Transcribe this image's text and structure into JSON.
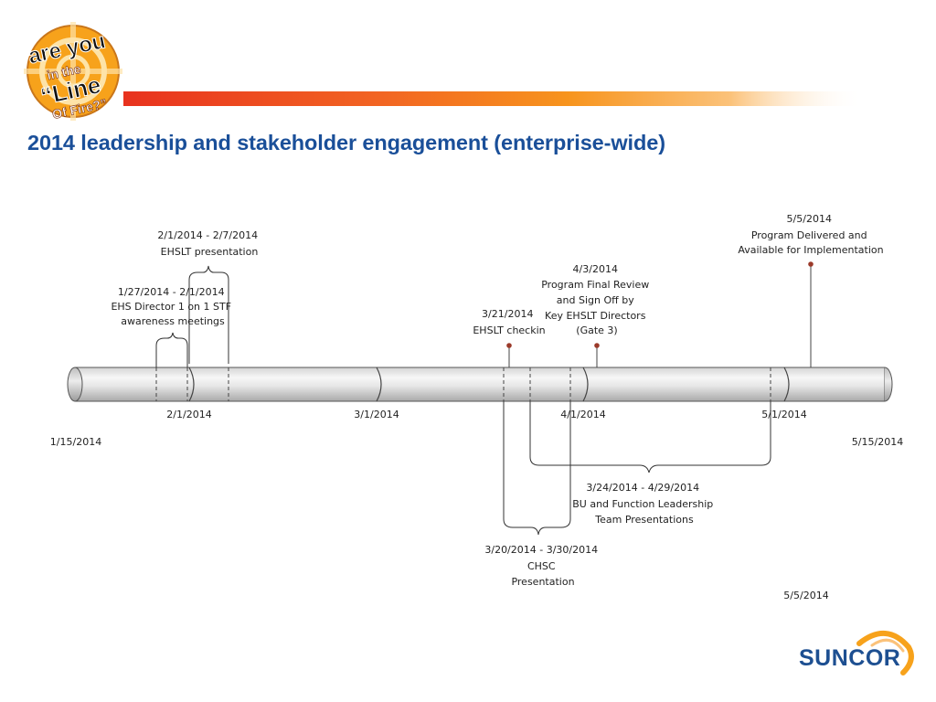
{
  "title": "2014 leadership and stakeholder engagement (enterprise-wide)",
  "logo_left": {
    "lines": [
      "are you",
      "in the",
      "“Line",
      "Of Fire?”"
    ]
  },
  "logo_right": {
    "text": "SUNCOR"
  },
  "colors": {
    "title": "#1a4f99",
    "bar_orange": "#f7941d",
    "bar_red": "#e8321e",
    "milestone": "#9b3a2a",
    "logo_blue": "#1d4f91"
  },
  "timeline": {
    "range_start": "1/15/2014",
    "range_end": "5/15/2014",
    "axis_dates": [
      "2/1/2014",
      "3/1/2014",
      "4/1/2014",
      "5/1/2014"
    ],
    "bottom_date": "5/5/2014",
    "ranges": [
      {
        "dates": "1/27/2014 - 2/1/2014",
        "lines": [
          "EHS Director 1 on 1 STF",
          "awareness meetings"
        ]
      },
      {
        "dates": "2/1/2014 - 2/7/2014",
        "lines": [
          "EHSLT presentation"
        ]
      },
      {
        "dates": "3/24/2014 - 4/29/2014",
        "lines": [
          "BU and Function Leadership",
          "Team Presentations"
        ]
      },
      {
        "dates": "3/20/2014 - 3/30/2014",
        "lines": [
          "CHSC",
          "Presentation"
        ]
      }
    ],
    "milestones": [
      {
        "date": "3/21/2014",
        "lines": [
          "EHSLT checkin"
        ]
      },
      {
        "date": "4/3/2014",
        "lines": [
          "Program Final Review",
          "and Sign Off by",
          "Key EHSLT Directors",
          "(Gate 3)"
        ]
      },
      {
        "date": "5/5/2014",
        "lines": [
          "Program Delivered and",
          "Available for Implementation"
        ]
      }
    ]
  }
}
